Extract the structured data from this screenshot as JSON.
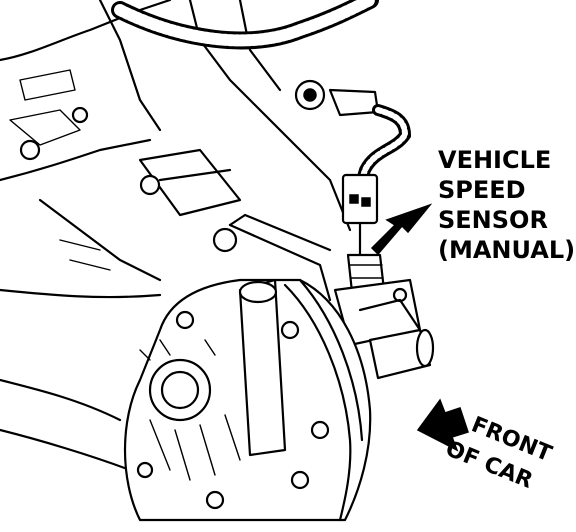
{
  "callout": {
    "lines": [
      "VEHICLE",
      "SPEED",
      "SENSOR",
      "(MANUAL)"
    ]
  },
  "direction": {
    "lines": [
      "FRONT",
      "OF CAR"
    ]
  },
  "colors": {
    "ink": "#000000",
    "paper": "#ffffff"
  }
}
